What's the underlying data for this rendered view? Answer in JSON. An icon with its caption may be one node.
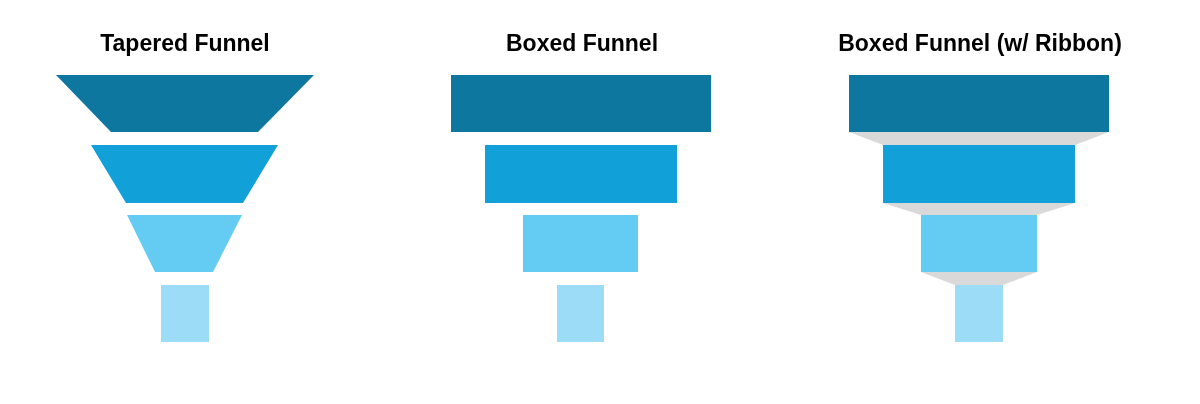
{
  "diagram": {
    "labels": [
      "Tapered Funnel",
      "Boxed Funnel",
      "Boxed Funnel (w/ Ribbon)"
    ]
  }
}
